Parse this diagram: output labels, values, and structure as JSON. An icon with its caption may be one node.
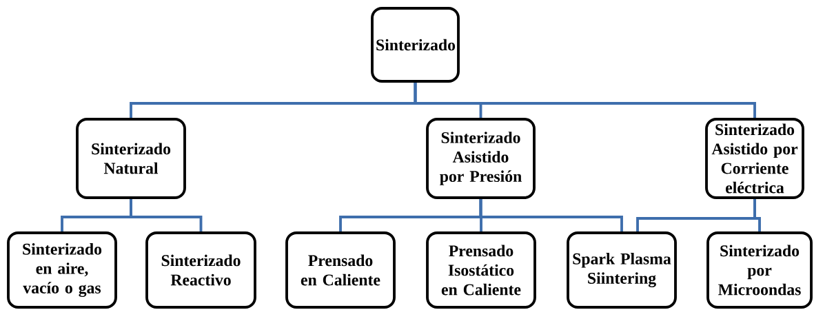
{
  "diagram": {
    "nodes": [
      {
        "text": [
          "Sinterizado"
        ]
      },
      {
        "text": [
          "Sinterizado Natural"
        ]
      },
      {
        "text": [
          "Sinterizado Asistido por Presión"
        ]
      },
      {
        "text": [
          "Sinterizado Asistido por Corriente eléctrica"
        ]
      },
      {
        "text": [
          "Sinterizado en aire, vacío o gas"
        ]
      },
      {
        "text": [
          "Sinterizado Reactivo"
        ]
      },
      {
        "text": [
          "Prensado en Caliente"
        ]
      },
      {
        "text": [
          "Prensado Isostático en Caliente"
        ]
      },
      {
        "text": [
          "Spark Plasma Siintering"
        ]
      },
      {
        "text": [
          "Sinterizado por Microondas"
        ]
      }
    ],
    "edges": [
      {
        "from": 0,
        "to": 1,
        "arrow": "none"
      },
      {
        "from": 0,
        "to": 2,
        "arrow": "none"
      },
      {
        "from": 0,
        "to": 3,
        "arrow": "none"
      },
      {
        "from": 1,
        "to": 4,
        "arrow": "none"
      },
      {
        "from": 1,
        "to": 5,
        "arrow": "none"
      },
      {
        "from": 2,
        "to": 6,
        "arrow": "none"
      },
      {
        "from": 2,
        "to": 7,
        "arrow": "none"
      },
      {
        "from": 2,
        "to": 8,
        "arrow": "none"
      },
      {
        "from": 3,
        "to": 8,
        "arrow": "none"
      },
      {
        "from": 3,
        "to": 9,
        "arrow": "none"
      }
    ]
  }
}
